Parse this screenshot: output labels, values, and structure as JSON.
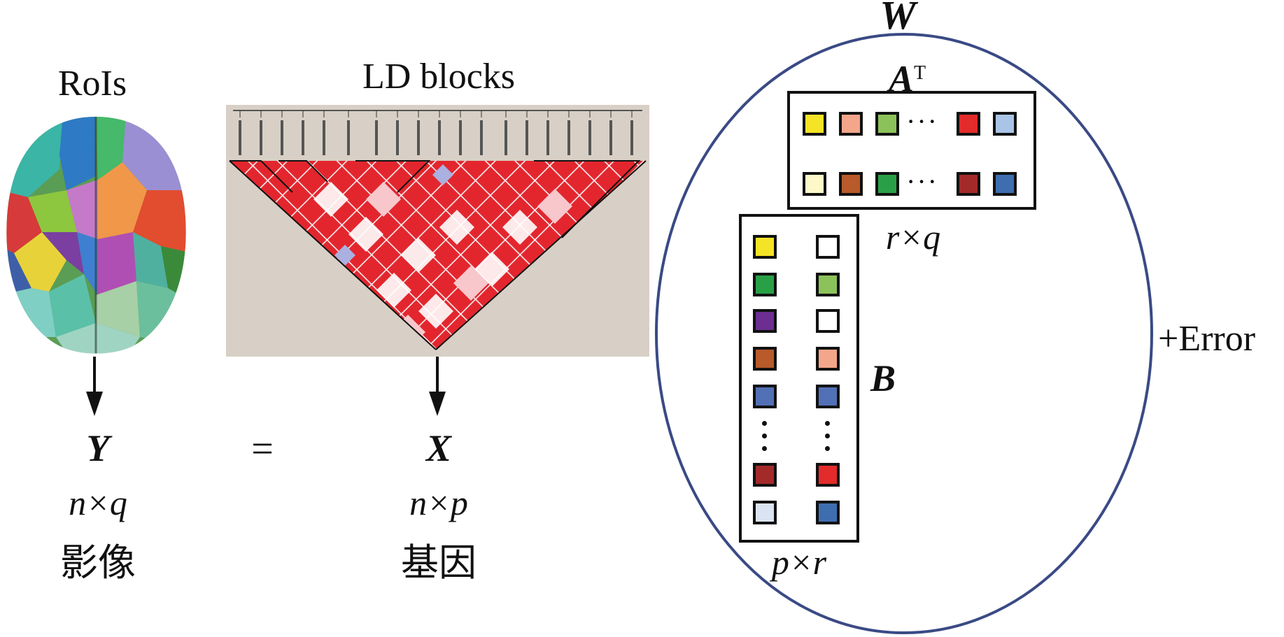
{
  "rois": {
    "title": "RoIs",
    "matrix": "Y",
    "dims": "n×q",
    "label_cn": "影像"
  },
  "ld": {
    "title": "LD blocks",
    "matrix": "X",
    "dims": "n×p",
    "label_cn": "基因"
  },
  "equals": "=",
  "model": {
    "W": "W",
    "A_base": "A",
    "A_sup": "T",
    "r_q": "r×q",
    "B": "B",
    "p_r": "p×r",
    "error": "+Error"
  },
  "a_rows": [
    [
      "#f5e326",
      "#f4a68a",
      "#8cc25a",
      "",
      "#e32b2b",
      "#a9c4e6"
    ],
    [
      "#fdf8c8",
      "#b85a2a",
      "#2aa046",
      "",
      "#a42a2a",
      "#3e6eb0"
    ]
  ],
  "b_cols": [
    [
      "#f5e326",
      "#2aa046",
      "#6c2e91",
      "#b85a2a",
      "#5270b5",
      "",
      "#a42a2a",
      "#dbe4f2"
    ],
    [
      "#ffffff",
      "#8cc25a",
      "#ffffff",
      "#f4a68a",
      "#5270b5",
      "",
      "#e32b2b",
      "#3e6eb0"
    ]
  ],
  "colors": {
    "ellipse": "#3a4a85",
    "ld_bg": "#d8d0c6",
    "ld_red": "#e3262e"
  }
}
